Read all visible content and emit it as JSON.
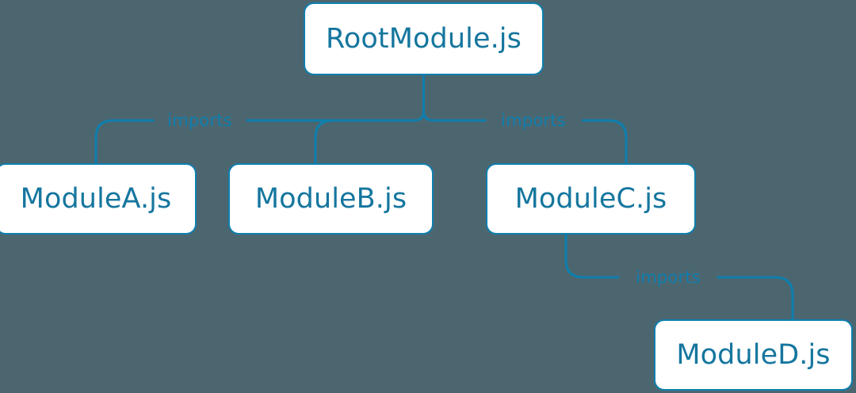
{
  "diagram": {
    "type": "module-dependency-tree",
    "background_color": "#4c6670",
    "node_fill_color": "#ffffff",
    "node_border_color": "#0e7fae",
    "node_text_color": "#15769e",
    "edge_color": "#0e7fae",
    "edge_label_color": "#0e7fae",
    "nodes": [
      {
        "id": "root",
        "label": "RootModule.js"
      },
      {
        "id": "moduleA",
        "label": "ModuleA.js"
      },
      {
        "id": "moduleB",
        "label": "ModuleB.js"
      },
      {
        "id": "moduleC",
        "label": "ModuleC.js"
      },
      {
        "id": "moduleD",
        "label": "ModuleD.js"
      }
    ],
    "edges": [
      {
        "from": "root",
        "to": "moduleA",
        "label": "imports"
      },
      {
        "from": "root",
        "to": "moduleB",
        "label": ""
      },
      {
        "from": "root",
        "to": "moduleC",
        "label": "imports"
      },
      {
        "from": "moduleC",
        "to": "moduleD",
        "label": "imports"
      }
    ],
    "edge_labels": {
      "root_to_a": "imports",
      "root_to_c": "imports",
      "c_to_d": "imports"
    }
  }
}
